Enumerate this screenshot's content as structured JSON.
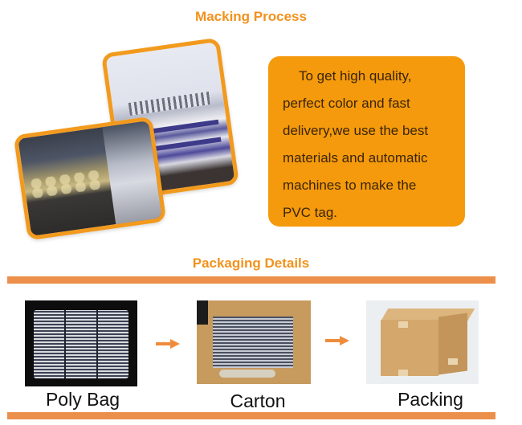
{
  "sections": {
    "making_process_title": "Macking Process",
    "packaging_title": "Packaging Details"
  },
  "process": {
    "images": [
      {
        "name": "machine-photo",
        "description": "automatic dispensing machine"
      },
      {
        "name": "molding-photo",
        "description": "PVC tag molds"
      }
    ],
    "card_lines": [
      "To get high quality,",
      "perfect color and fast",
      "delivery,we use the best",
      "materials and automatic",
      "machines to make the",
      "PVC tag."
    ]
  },
  "packaging": {
    "steps": [
      {
        "label": "Poly Bag"
      },
      {
        "label": "Carton"
      },
      {
        "label": "Packing"
      }
    ],
    "arrow_icon": "arrow-right-icon"
  },
  "colors": {
    "title": "#f2921d",
    "card": "#f59a0c",
    "rule": "#ec8f4b",
    "arrow": "#ef8c3c"
  }
}
